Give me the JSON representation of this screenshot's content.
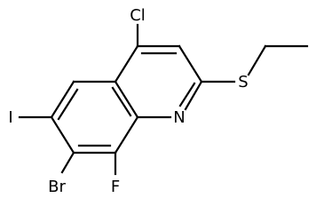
{
  "molecule": {
    "atoms": {
      "cl": "Cl",
      "n": "N",
      "s": "S",
      "i": "I",
      "br": "Br",
      "f": "F"
    }
  }
}
